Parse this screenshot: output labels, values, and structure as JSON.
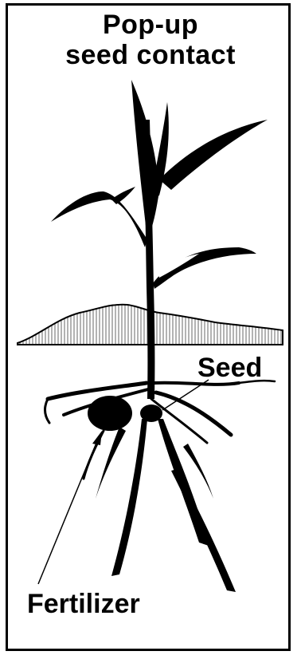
{
  "title": {
    "line1": "Pop-up",
    "line2": "seed contact"
  },
  "labels": {
    "seed": "Seed",
    "fertilizer": "Fertilizer"
  },
  "colors": {
    "ink": "#000000",
    "soil_hatch": "#8a8a8a",
    "background": "#ffffff"
  }
}
